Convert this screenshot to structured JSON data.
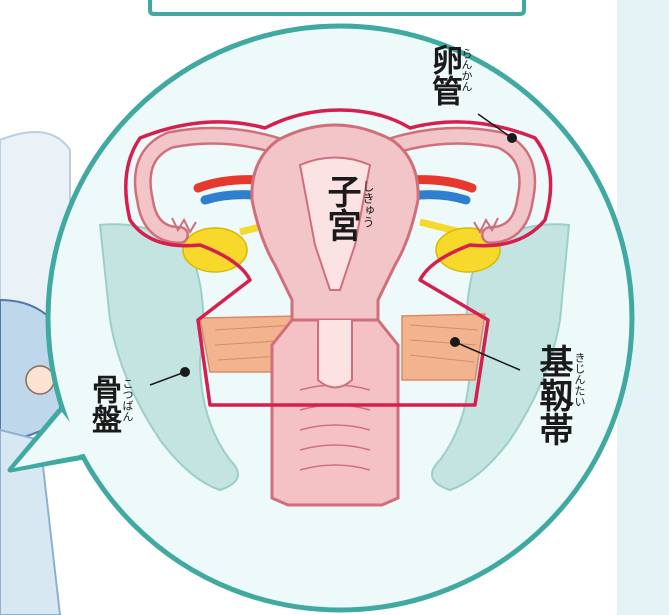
{
  "labels": {
    "oviduct": {
      "kanji": "卵管",
      "reading": "らんかん"
    },
    "uterus": {
      "kanji": "子宮",
      "reading": "しきゅう"
    },
    "pelvis": {
      "kanji": "骨盤",
      "reading": "こつばん"
    },
    "cardinal_ligament": {
      "kanji": "基靱帯",
      "reading": "きじんたい"
    }
  },
  "colors": {
    "bubble_fill": "#eef9f9",
    "bubble_border": "#3fa9a2",
    "right_panel": "#e4f3f6",
    "pelvis": "#c4e4e2",
    "pelvis_dark": "#9ccfcb",
    "uterus_fill": "#f2c6c9",
    "uterus_outline": "#d06f7a",
    "highlight": "#d61f4e",
    "ligament": "#f2b48e",
    "ovary": "#f6d92b",
    "artery": "#e6382d",
    "vein": "#2f7fcf"
  }
}
